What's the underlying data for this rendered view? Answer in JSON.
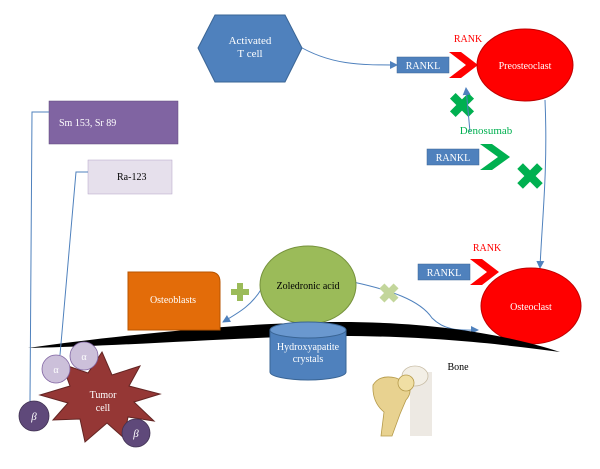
{
  "labels": {
    "activated_t_cell": [
      "Activated",
      "T cell"
    ],
    "rank_top": "RANK",
    "rankl_top": "RANKL",
    "preosteoclast": "Preosteoclast",
    "denosumab": "Denosumab",
    "rankl_denosumab": "RANKL",
    "rank_bottom": "RANK",
    "rankl_bottom": "RANKL",
    "osteoclast": "Osteoclast",
    "zoledronic_acid": "Zoledronic acid",
    "osteoblasts": "Osteoblasts",
    "hydroxyapatite": [
      "Hydroxyapatite",
      "crystals"
    ],
    "bone": "Bone",
    "tumor_cell": [
      "Tumor",
      "cell"
    ],
    "sm_sr": "Sm 153, Sr 89",
    "ra": "Ra-123",
    "alpha": "α",
    "beta": "β"
  },
  "colors": {
    "t_cell": "#4f81bd",
    "rankl": "#4f81bd",
    "rank": "#ff0000",
    "rank_text": "#ff0000",
    "osteoclast": "#ff0000",
    "denosumab_text": "#00b050",
    "denosumab_shape": "#00b050",
    "inhibit_x": "#00b050",
    "zoledronic": "#9bbb59",
    "osteoblasts": "#e36c09",
    "plus": "#9bbb59",
    "inhibit_x_light": "#c3d69b",
    "hydroxyapatite": "#4f81bd",
    "bone_band": "#000000",
    "tumor": "#953735",
    "sm_sr_box": "#8064a2",
    "ra_box": "#e6e0ec",
    "alpha_particle": "#ccc0da",
    "beta_particle": "#5f497a",
    "arrow": "#4f81bd"
  },
  "icons": [
    "inhibit-x-icon",
    "plus-icon",
    "bone-joint-illustration"
  ]
}
